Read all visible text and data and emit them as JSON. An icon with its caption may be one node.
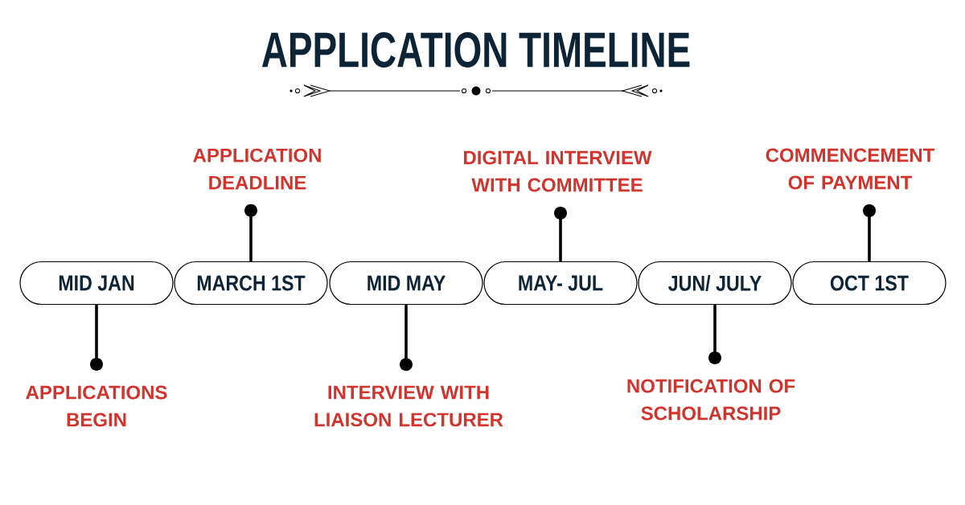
{
  "diagram": {
    "title": "APPLICATION TIMELINE",
    "nodes": [
      {
        "text": [
          "MID JAN"
        ]
      },
      {
        "text": [
          "MARCH 1ST"
        ]
      },
      {
        "text": [
          "MID MAY"
        ]
      },
      {
        "text": [
          "MAY- JUL"
        ]
      },
      {
        "text": [
          "JUN/ JULY"
        ]
      },
      {
        "text": [
          "OCT 1ST"
        ]
      },
      {
        "text": [
          "APPLICATIONS BEGIN"
        ]
      },
      {
        "text": [
          "APPLICATION DEADLINE"
        ]
      },
      {
        "text": [
          "INTERVIEW WITH LIAISON LECTURER"
        ]
      },
      {
        "text": [
          "DIGITAL INTERVIEW WITH COMMITTEE"
        ]
      },
      {
        "text": [
          "NOTIFICATION OF SCHOLARSHIP"
        ]
      },
      {
        "text": [
          "COMMENCEMENT OF PAYMENT"
        ]
      }
    ],
    "edges": [
      {
        "from": 0,
        "to": 6,
        "arrow": "other"
      },
      {
        "from": 1,
        "to": 7,
        "arrow": "other"
      },
      {
        "from": 2,
        "to": 8,
        "arrow": "other"
      },
      {
        "from": 3,
        "to": 9,
        "arrow": "other"
      },
      {
        "from": 4,
        "to": 10,
        "arrow": "other"
      },
      {
        "from": 5,
        "to": 11,
        "arrow": "other"
      }
    ]
  }
}
